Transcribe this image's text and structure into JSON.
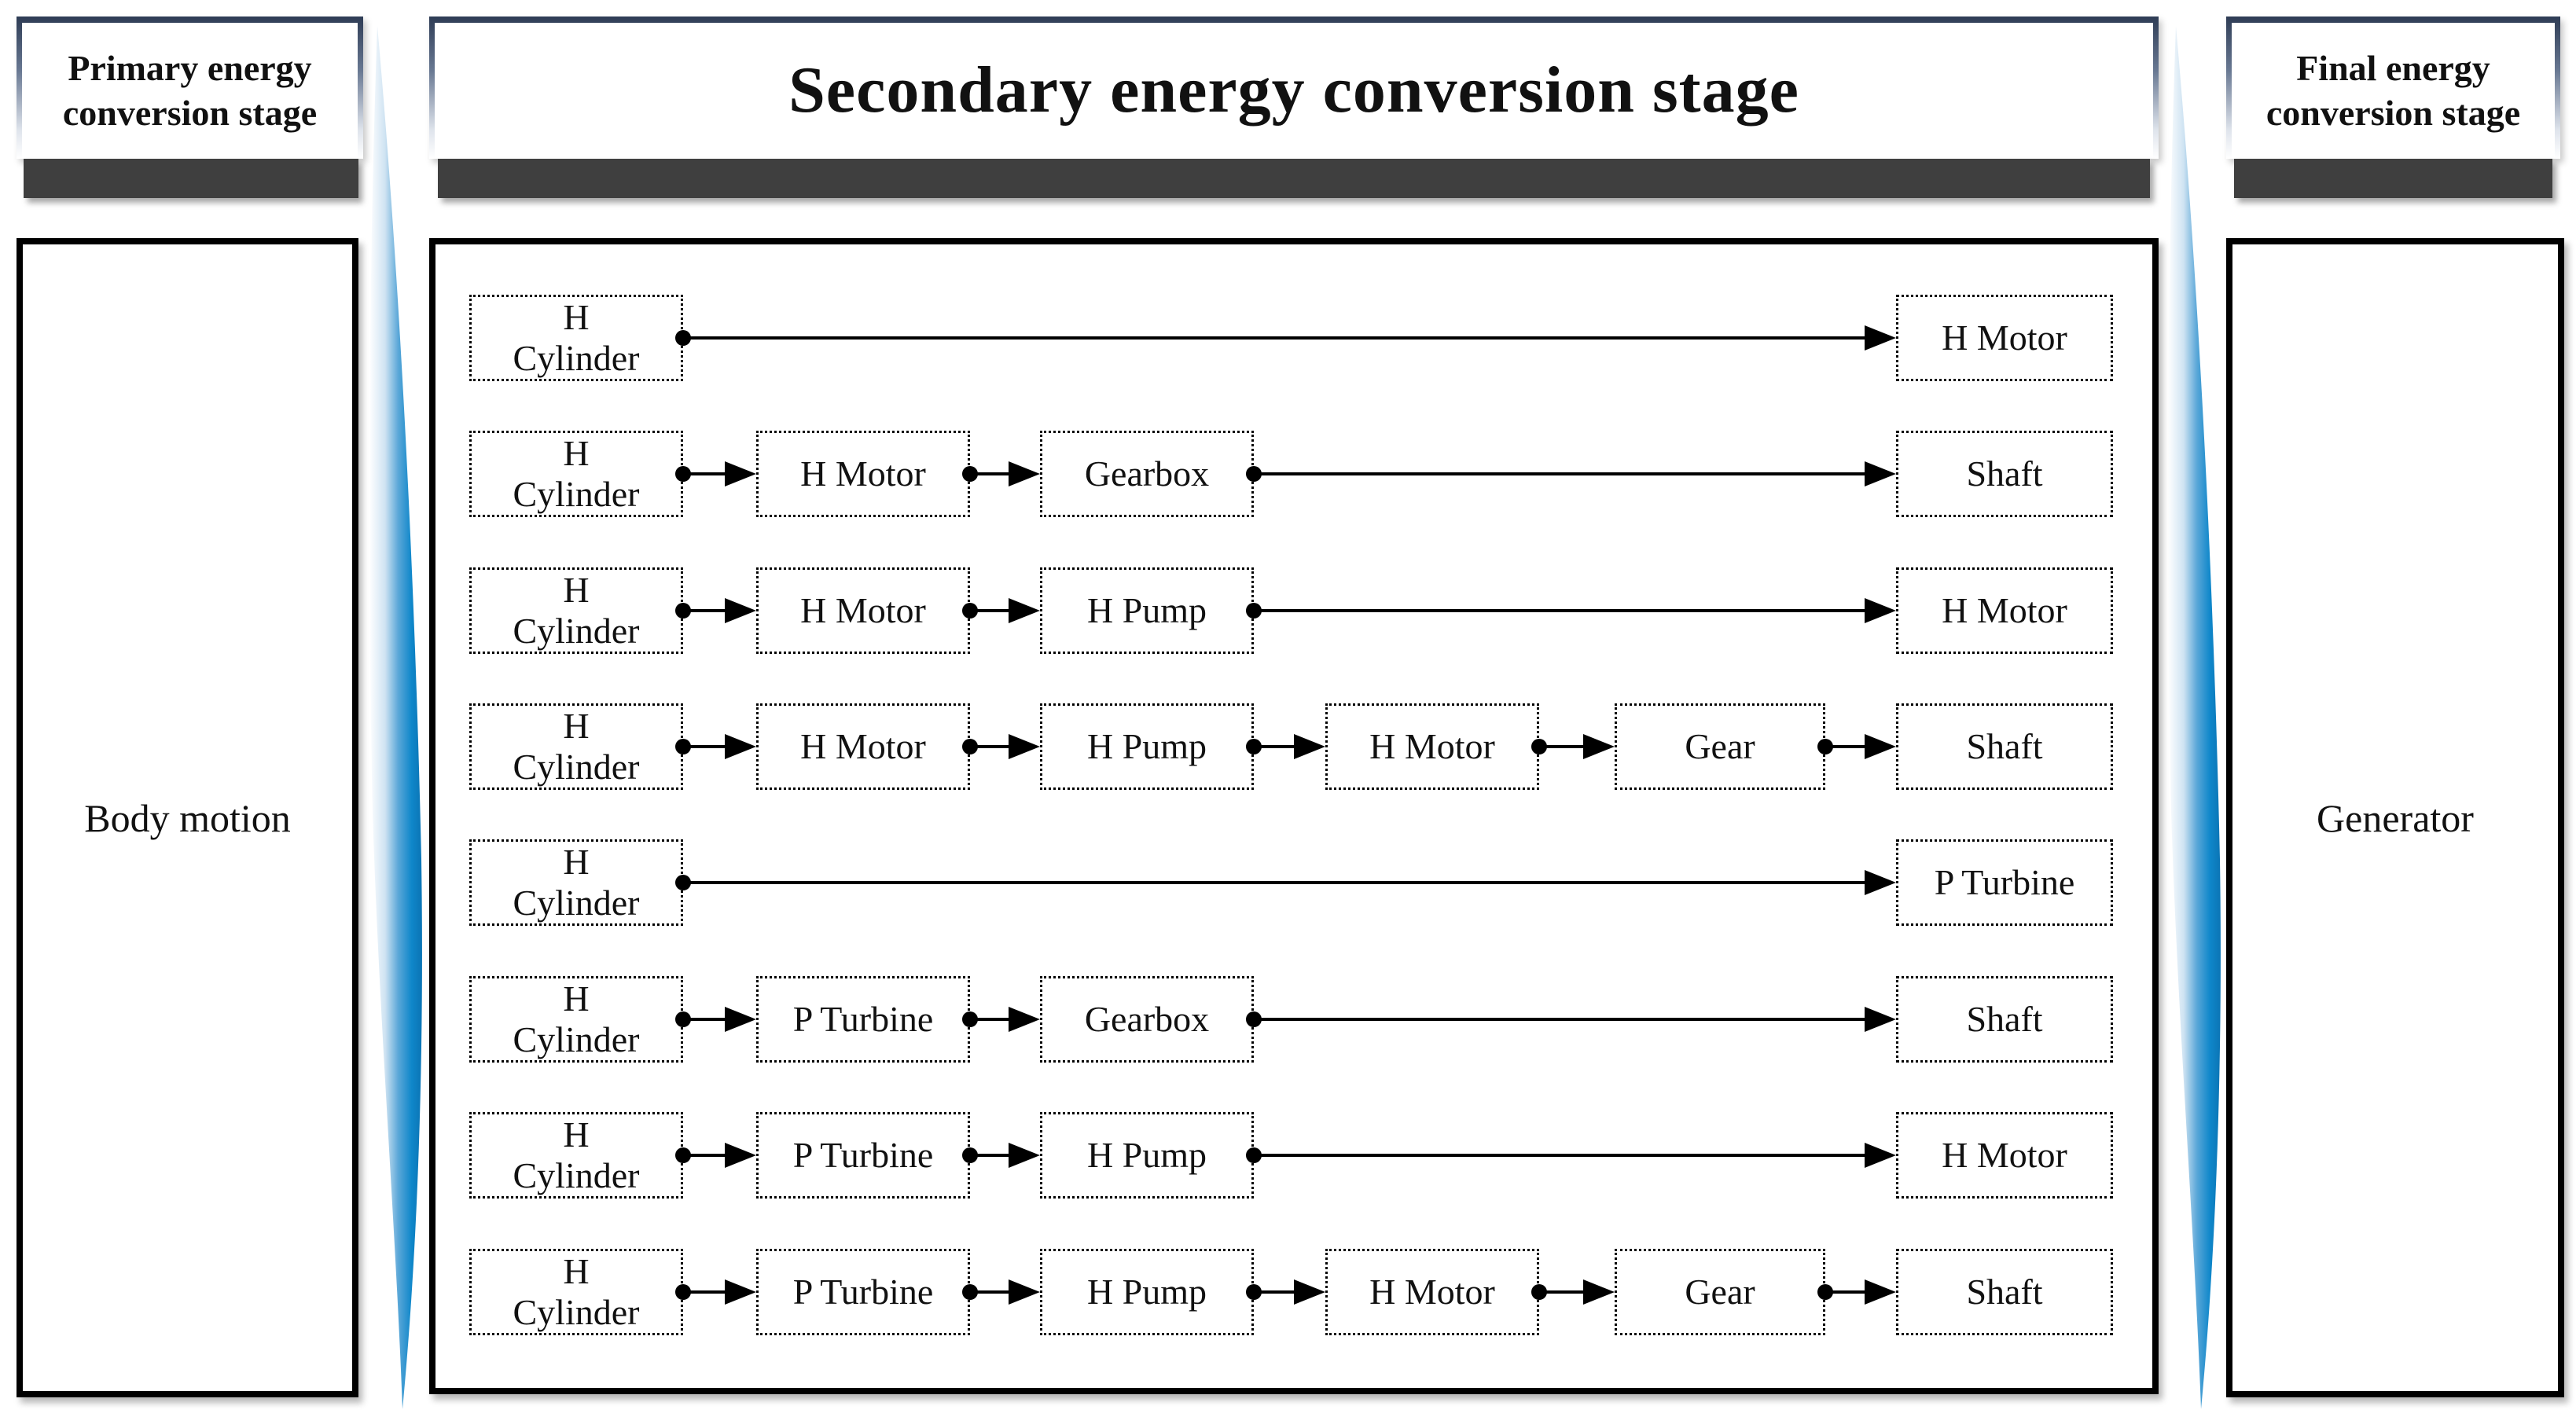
{
  "headers": {
    "primary": "Primary energy\nconversion stage",
    "secondary": "Secondary energy conversion stage",
    "final": "Final energy\nconversion stage"
  },
  "panels": {
    "primary": "Body motion",
    "final": "Generator"
  },
  "flow_rows": [
    {
      "boxes": [
        {
          "col": 0,
          "label": "H\nCylinder"
        },
        {
          "col": 5,
          "label": "H Motor"
        }
      ]
    },
    {
      "boxes": [
        {
          "col": 0,
          "label": "H\nCylinder"
        },
        {
          "col": 1,
          "label": "H Motor"
        },
        {
          "col": 2,
          "label": "Gearbox"
        },
        {
          "col": 5,
          "label": "Shaft"
        }
      ]
    },
    {
      "boxes": [
        {
          "col": 0,
          "label": "H\nCylinder"
        },
        {
          "col": 1,
          "label": "H Motor"
        },
        {
          "col": 2,
          "label": "H Pump"
        },
        {
          "col": 5,
          "label": "H Motor"
        }
      ]
    },
    {
      "boxes": [
        {
          "col": 0,
          "label": "H\nCylinder"
        },
        {
          "col": 1,
          "label": "H Motor"
        },
        {
          "col": 2,
          "label": "H Pump"
        },
        {
          "col": 3,
          "label": "H Motor"
        },
        {
          "col": 4,
          "label": "Gear"
        },
        {
          "col": 5,
          "label": "Shaft"
        }
      ]
    },
    {
      "boxes": [
        {
          "col": 0,
          "label": "H\nCylinder"
        },
        {
          "col": 5,
          "label": "P Turbine"
        }
      ]
    },
    {
      "boxes": [
        {
          "col": 0,
          "label": "H\nCylinder"
        },
        {
          "col": 1,
          "label": "P Turbine"
        },
        {
          "col": 2,
          "label": "Gearbox"
        },
        {
          "col": 5,
          "label": "Shaft"
        }
      ]
    },
    {
      "boxes": [
        {
          "col": 0,
          "label": "H\nCylinder"
        },
        {
          "col": 1,
          "label": "P Turbine"
        },
        {
          "col": 2,
          "label": "H Pump"
        },
        {
          "col": 5,
          "label": "H Motor"
        }
      ]
    },
    {
      "boxes": [
        {
          "col": 0,
          "label": "H\nCylinder"
        },
        {
          "col": 1,
          "label": "P Turbine"
        },
        {
          "col": 2,
          "label": "H Pump"
        },
        {
          "col": 3,
          "label": "H Motor"
        },
        {
          "col": 4,
          "label": "Gear"
        },
        {
          "col": 5,
          "label": "Shaft"
        }
      ]
    }
  ],
  "colors": {
    "accent_blue": "#0d85c9",
    "accent_blue_dark": "#0b74b4",
    "bar_gray": "#3f3f3f",
    "header_frame": "#2e3c55",
    "line_black": "#000000"
  }
}
